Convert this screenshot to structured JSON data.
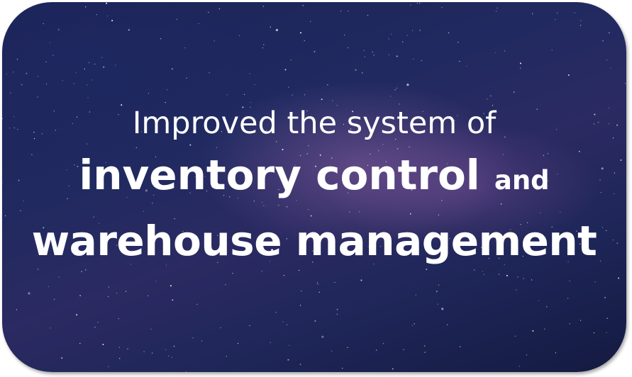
{
  "slide": {
    "line1": "Improved the system of",
    "line2_main": "inventory control",
    "line2_small": "and",
    "line3": "warehouse management"
  },
  "colors": {
    "background_dark": "#1c2455",
    "nebula": "#8a5fa0",
    "text": "#ffffff"
  }
}
